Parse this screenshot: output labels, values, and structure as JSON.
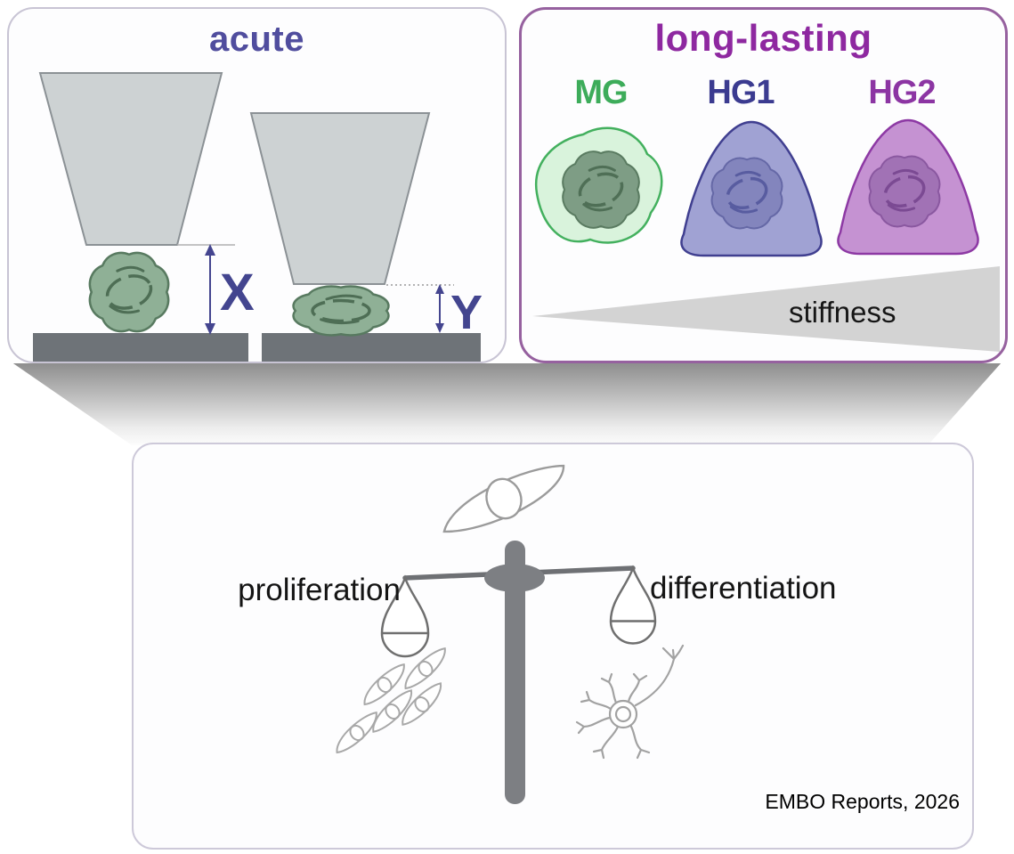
{
  "panels": {
    "acute": {
      "title": "acute",
      "measure_labels": {
        "x": "X",
        "y": "Y"
      }
    },
    "long_lasting": {
      "title": "long-lasting",
      "cells": [
        {
          "label": "MG",
          "body_color": "#d9f3dc",
          "outline_color": "#43b05e",
          "nucleus_color": "#7e9d85",
          "label_color": "#3dac5a"
        },
        {
          "label": "HG1",
          "body_color": "#a0a2d3",
          "outline_color": "#403f90",
          "nucleus_color": "#8385bd",
          "label_color": "#3b3b90"
        },
        {
          "label": "HG2",
          "body_color": "#c592d2",
          "outline_color": "#8d39a4",
          "nucleus_color": "#a172b5",
          "label_color": "#8c35a3"
        }
      ],
      "stiffness_label": "stiffness"
    },
    "balance": {
      "left_label": "proliferation",
      "right_label": "differentiation"
    }
  },
  "credit": "EMBO Reports, 2026",
  "colors": {
    "acute_title": "#504d9e",
    "measure_label": "#43458f",
    "long_lasting_title": "#8e28a0",
    "probe_gray": "#cdd2d3",
    "substrate_gray": "#6e7378",
    "afm_cell_green": "#8fb096",
    "stiffness_triangle": "#d3d3d3",
    "balance_gray": "#7d7f83",
    "outline_drawing_gray": "#9d9d9d",
    "acute_border": "#c8c4d4",
    "long_border": "#96619f",
    "bottom_border": "#cdc9d9"
  }
}
